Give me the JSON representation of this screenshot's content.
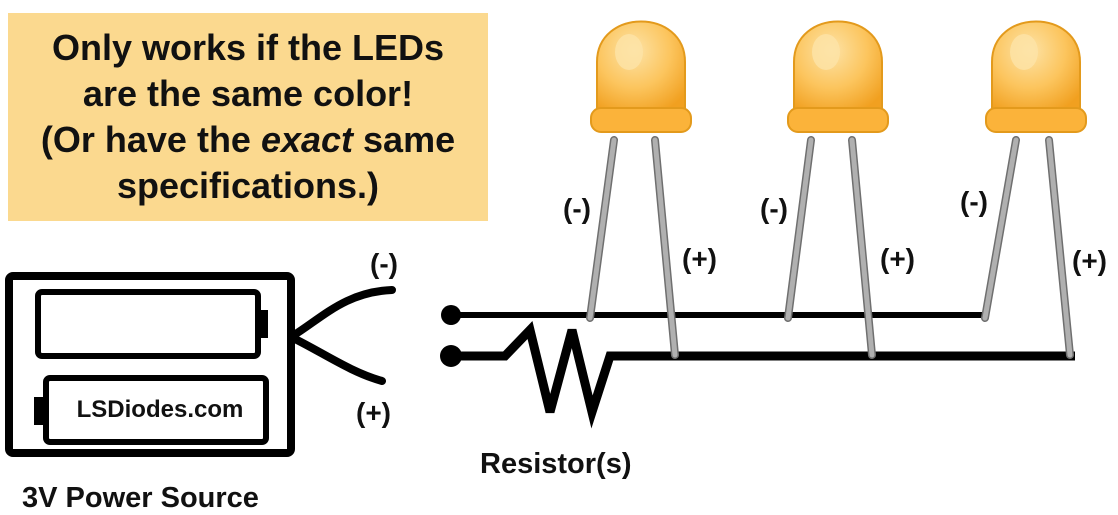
{
  "note": {
    "line1": "Only works if the LEDs",
    "line2": "are the same color!",
    "line3_before": "(Or have the ",
    "line3_emph": "exact",
    "line3_after": " same",
    "line4": "specifications.)"
  },
  "battery": {
    "brand": "LSDiodes.com",
    "caption": "3V Power Source",
    "neg_label": "(-)",
    "pos_label": "(+)"
  },
  "resistor": {
    "caption": "Resistor(s)"
  },
  "leds": [
    {
      "neg_label": "(-)",
      "pos_label": "(+)"
    },
    {
      "neg_label": "(-)",
      "pos_label": "(+)"
    },
    {
      "neg_label": "(-)",
      "pos_label": "(+)"
    }
  ],
  "colors": {
    "note_bg": "#fbd98f",
    "led_body": "#fbb33a",
    "led_highlight": "#fde3a7",
    "lead": "#b0b0b0",
    "wire": "#000000"
  }
}
